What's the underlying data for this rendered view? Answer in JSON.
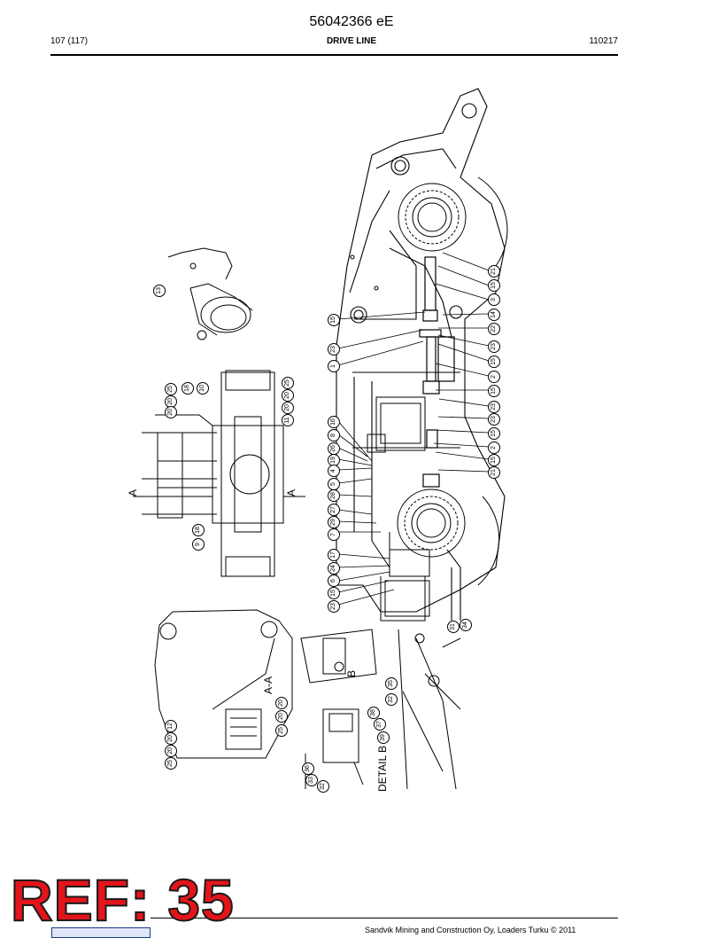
{
  "header": {
    "document_number": "56042366 eE",
    "page": "107 (117)",
    "section": "DRIVE LINE",
    "date": "110217"
  },
  "drawing": {
    "section_label": "A-A",
    "section_marker": "A",
    "detail_label": "DETAIL B",
    "detail_marker": "B",
    "callouts": {
      "c21a": "21",
      "c15a": "15",
      "c3a": "3",
      "c14": "14",
      "c22": "22",
      "c23a": "23",
      "c15b": "15",
      "c2a": "2",
      "c15c": "15",
      "c23b": "23",
      "c23c": "23",
      "c15d": "15",
      "c2b": "2",
      "c15e": "15",
      "c21b": "21",
      "c15f": "15",
      "c23d": "23",
      "c1": "1",
      "c16": "16",
      "c8": "8",
      "c26": "26",
      "c19": "19",
      "c4": "4",
      "c5": "5",
      "c28": "28",
      "c27": "27",
      "c29": "29",
      "c7": "7",
      "c17": "17",
      "c24": "24",
      "c6": "6",
      "c15g": "15",
      "c23e": "23",
      "c13": "13",
      "c25a": "25",
      "c18a": "18",
      "c10": "10",
      "c20a": "20",
      "c20b": "20",
      "c25b": "25",
      "c20c": "20",
      "c20d": "20",
      "c11": "11",
      "c18b": "18",
      "c9": "9",
      "c12": "12",
      "c20e": "20",
      "c20f": "20",
      "c25c": "25",
      "c20g": "20",
      "c20h": "20",
      "c25d": "25",
      "c31": "31",
      "c34": "34",
      "c35": "35",
      "c32a": "32",
      "c38": "38",
      "c37": "37",
      "c39": "39",
      "c36": "36",
      "c33": "33",
      "c32b": "32"
    }
  },
  "stamp": {
    "text": "REF: 35"
  },
  "footer": {
    "text": "Sandvik Mining and Construction Oy, Loaders Turku © 2011"
  }
}
